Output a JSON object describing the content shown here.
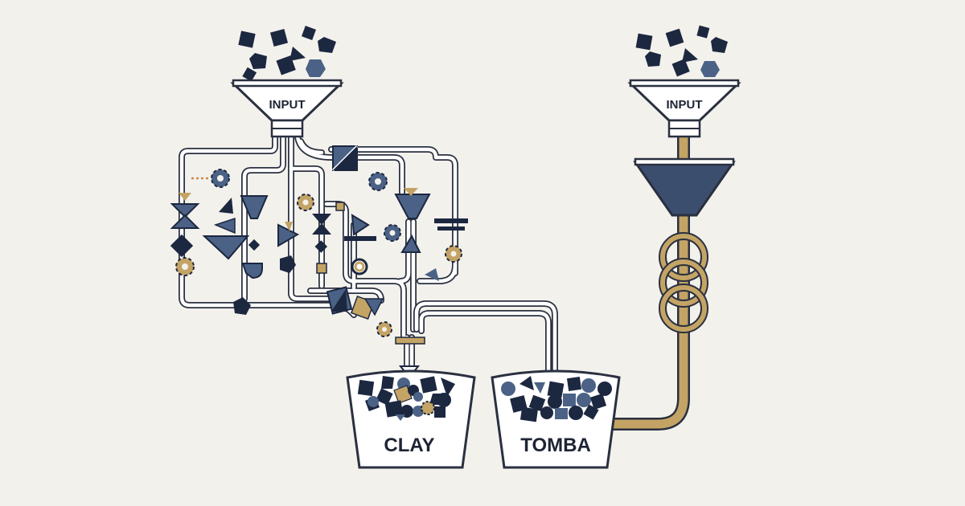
{
  "labels": {
    "left_input": "INPUT",
    "right_input": "INPUT",
    "left_bucket": "CLAY",
    "right_bucket": "TOMBA"
  },
  "colors": {
    "background": "#f3f1ec",
    "navy": "#1c2740",
    "slate": "#4b6286",
    "gold": "#c4a465",
    "outline": "#2a3040"
  }
}
